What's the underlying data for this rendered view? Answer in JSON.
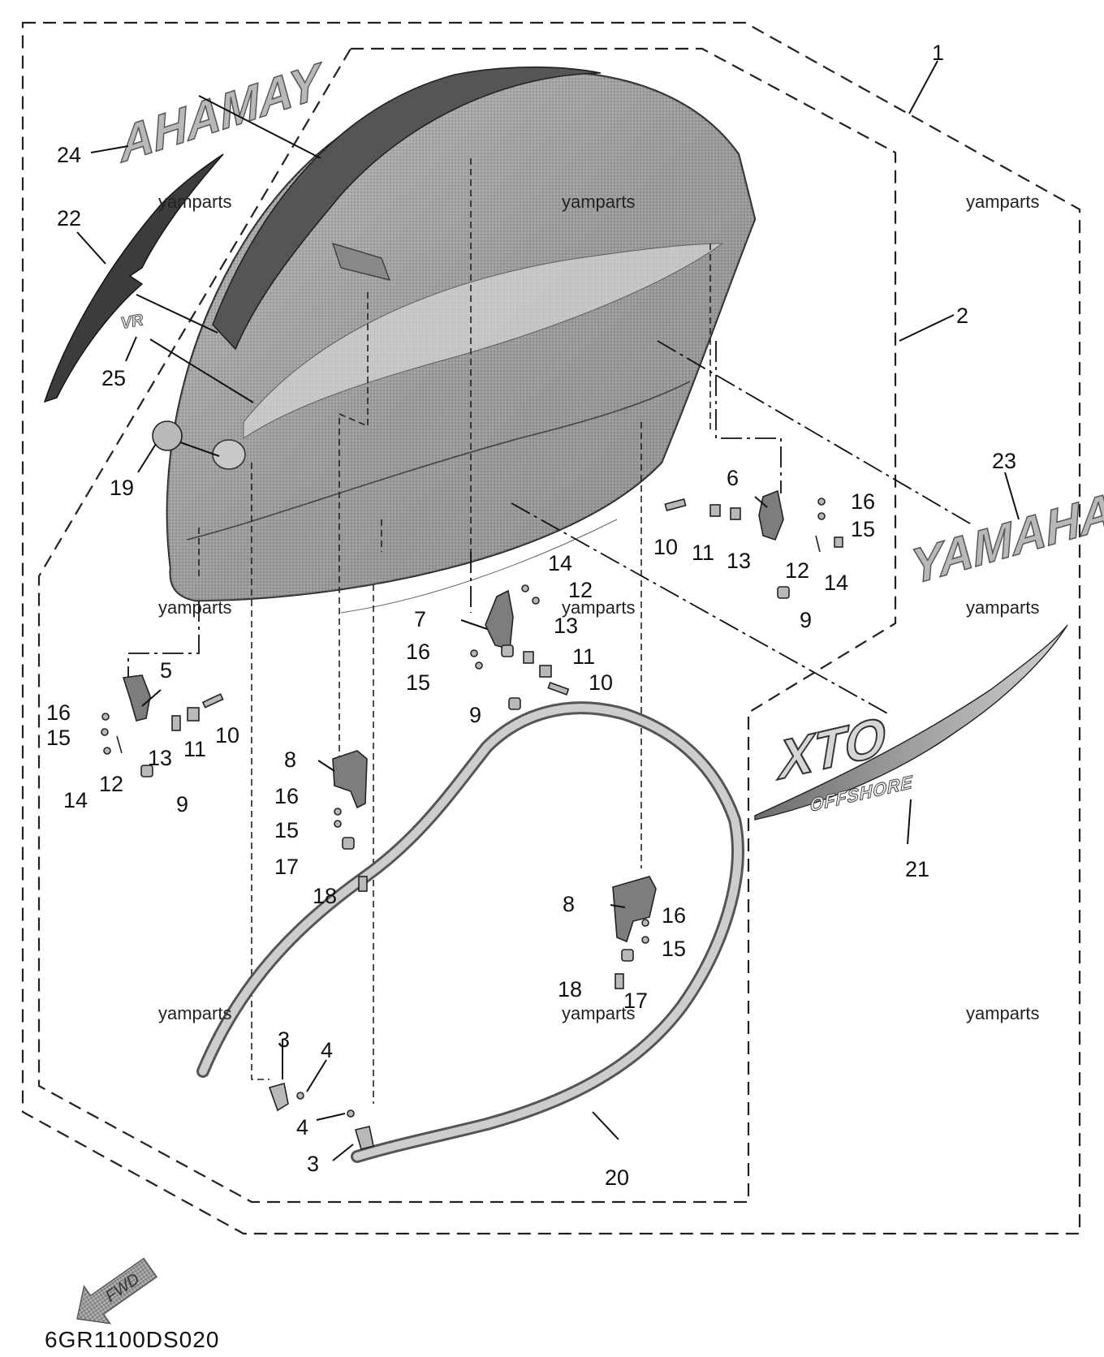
{
  "callouts": [
    "1",
    "2",
    "3",
    "4",
    "5",
    "6",
    "7",
    "8",
    "9",
    "10",
    "11",
    "12",
    "13",
    "14",
    "15",
    "16",
    "17",
    "18",
    "19",
    "20",
    "21",
    "22",
    "23",
    "24",
    "25"
  ],
  "watermark": "yamparts",
  "decal_text": {
    "yamaha_right": "YAMAHA",
    "yamaha_left_mirrored": "AHAMAY",
    "xto": "XTO",
    "offshore": "OFFSHORE",
    "vr": "VR"
  },
  "fwd_label": "FWD",
  "diagram_code": "6GR1100DS020",
  "colors": {
    "line": "#222222",
    "part_fill": "#b9b9b9",
    "background": "#ffffff"
  }
}
